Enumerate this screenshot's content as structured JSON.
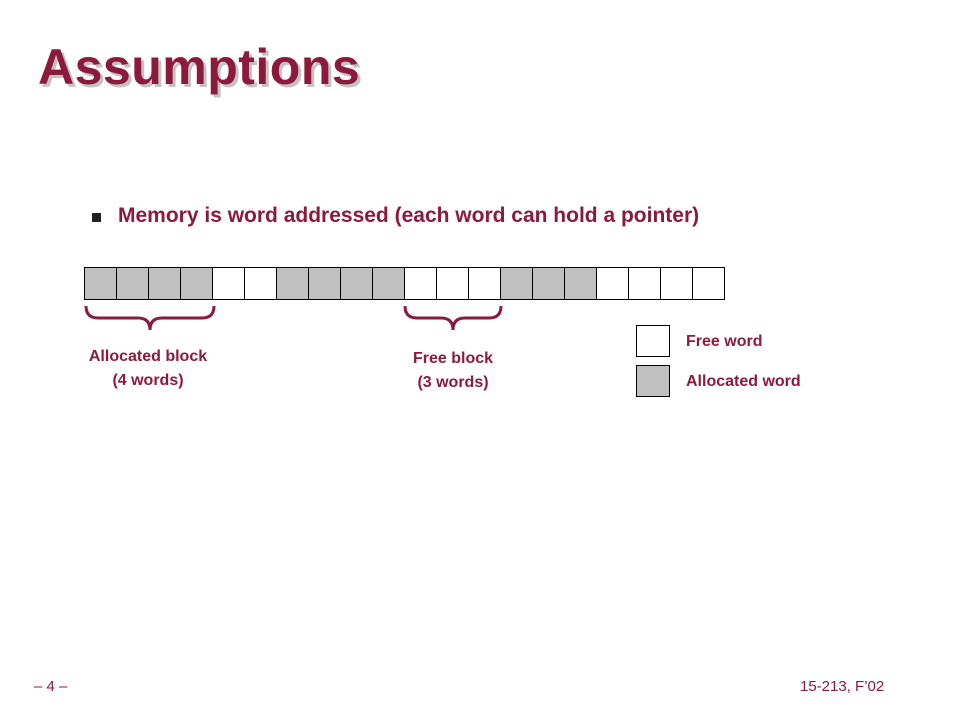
{
  "slide": {
    "title": "Assumptions",
    "bullet": "Memory is word addressed (each word can hold a pointer)"
  },
  "memory": {
    "words": [
      "allocated",
      "allocated",
      "allocated",
      "allocated",
      "free",
      "free",
      "allocated",
      "allocated",
      "allocated",
      "allocated",
      "free",
      "free",
      "free",
      "allocated",
      "allocated",
      "allocated",
      "free",
      "free",
      "free",
      "free"
    ]
  },
  "annotations": {
    "allocated_block": [
      "Allocated block",
      "(4 words)"
    ],
    "free_block": [
      "Free block",
      "(3 words)"
    ]
  },
  "legend": {
    "free": "Free word",
    "allocated": "Allocated word"
  },
  "footer": {
    "page": "– 4 –",
    "course": "15-213, F’02"
  },
  "colors": {
    "accent": "#8c1a3c",
    "allocated_fill": "#c0c0c0"
  }
}
